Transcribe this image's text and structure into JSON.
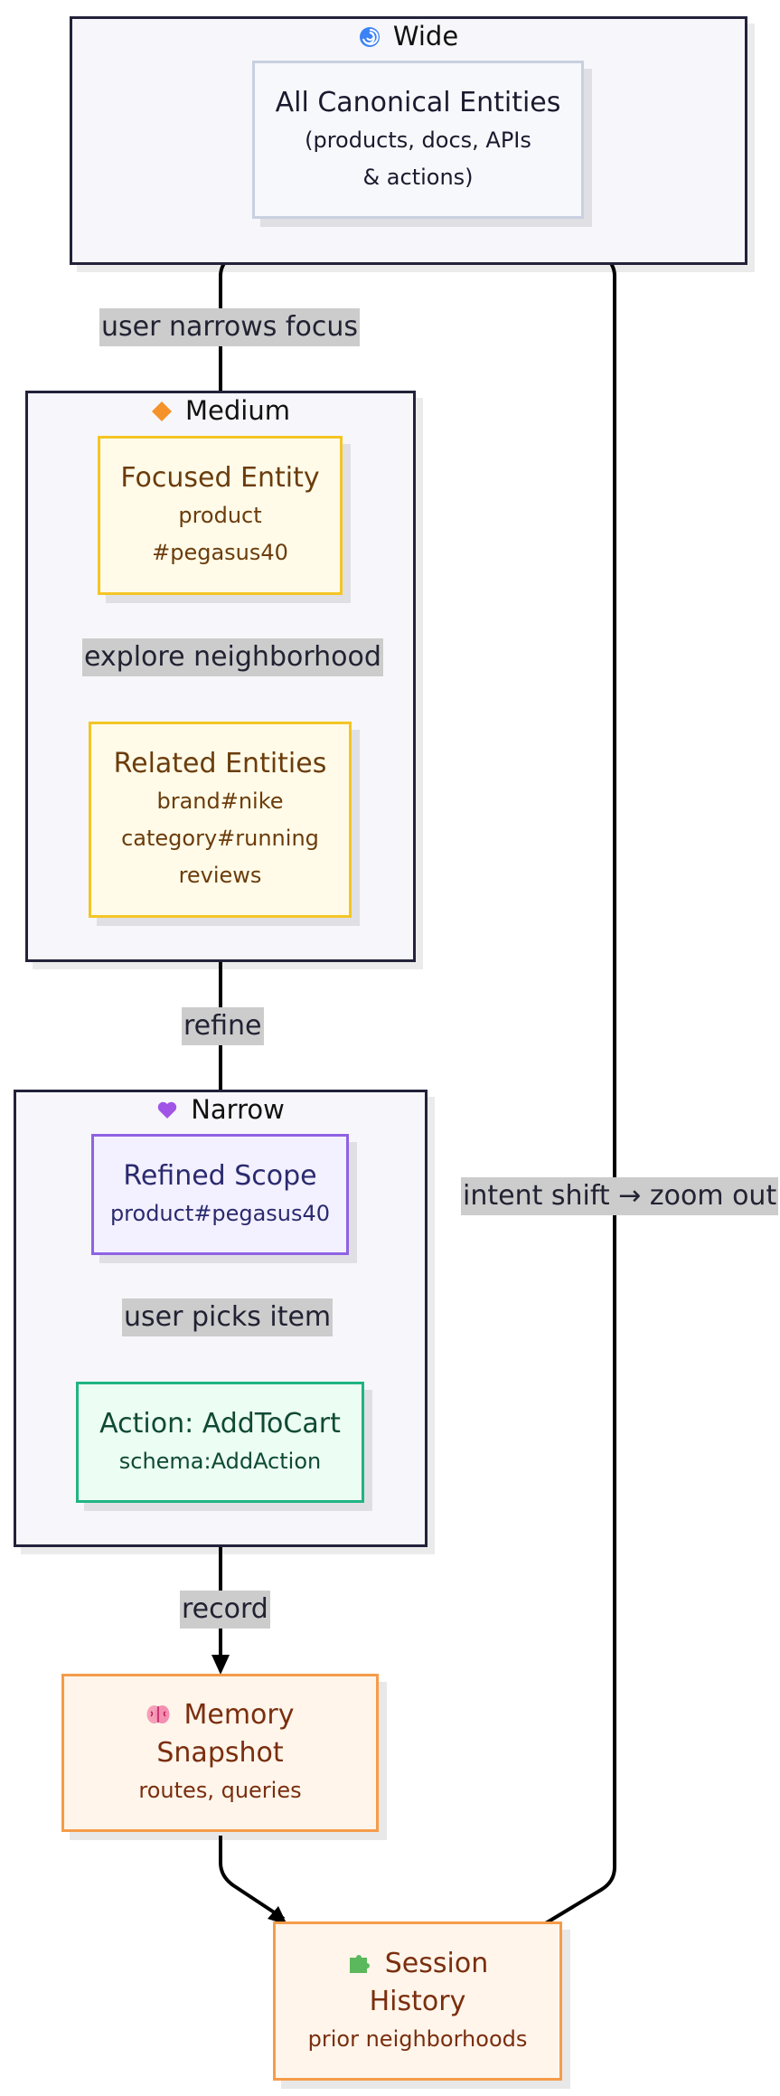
{
  "colors": {
    "edge": "#000000",
    "cluster_border": "#22223b",
    "cluster_fill": "#f7f7fb",
    "edge_label_bg": "#cccccc",
    "wide_border": "#c8d0e0",
    "medium_border": "#f4c525",
    "narrow_border": "#8f62e3",
    "action_border": "#20b482",
    "memory_border": "#f59c4a"
  },
  "clusters": {
    "wide": {
      "icon": "cyclone-icon",
      "label": "Wide"
    },
    "medium": {
      "icon": "orange-diamond-icon",
      "label": "Medium"
    },
    "narrow": {
      "icon": "purple-heart-icon",
      "label": "Narrow"
    }
  },
  "nodes": {
    "canonical": {
      "title": "All Canonical Entities",
      "lines": [
        "(products, docs, APIs",
        "& actions)"
      ]
    },
    "focused": {
      "title": "Focused Entity",
      "lines": [
        "product",
        "#pegasus40"
      ]
    },
    "related": {
      "title": "Related Entities",
      "lines": [
        "brand#nike",
        "category#running",
        "reviews"
      ]
    },
    "refined": {
      "title": "Refined Scope",
      "lines": [
        "product#pegasus40"
      ]
    },
    "action": {
      "title": "Action: AddToCart",
      "lines": [
        "schema:AddAction"
      ]
    },
    "memory": {
      "icon": "brain-icon",
      "title_line1": "Memory",
      "title_line2": "Snapshot",
      "lines": [
        "routes, queries"
      ]
    },
    "session": {
      "icon": "puzzle-icon",
      "title_line1": "Session",
      "title_line2": "History",
      "lines": [
        "prior neighborhoods"
      ]
    }
  },
  "edges": {
    "narrows": "user narrows focus",
    "explore": "explore neighborhood",
    "refine": "refine",
    "picks": "user picks item",
    "record": "record",
    "zoom_out": "intent shift → zoom out"
  }
}
